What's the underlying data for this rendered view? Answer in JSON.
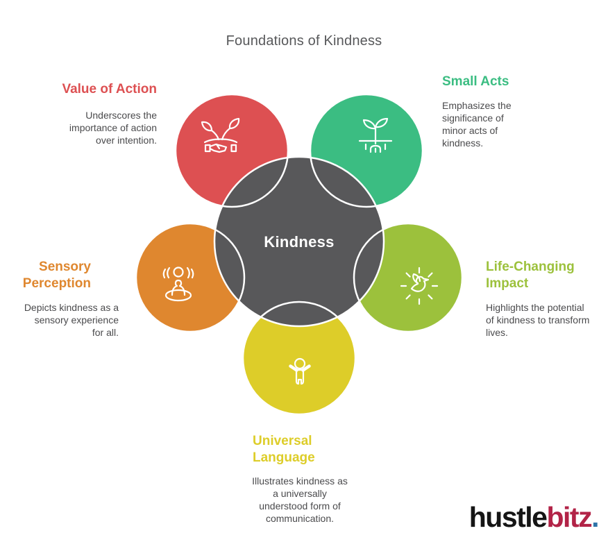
{
  "title": "Foundations of Kindness",
  "center": {
    "label": "Kindness",
    "color": "#58585a",
    "text_color": "#ffffff"
  },
  "nodes": [
    {
      "id": "value-of-action",
      "label": "Value of Action",
      "description": "Underscores the importance of action over intention.",
      "color": "#dd5052",
      "icon": "handshake-sprout-icon"
    },
    {
      "id": "small-acts",
      "label": "Small Acts",
      "description": "Emphasizes the significance of minor acts of kindness.",
      "color": "#3bbd82",
      "icon": "sapling-roots-icon"
    },
    {
      "id": "sensory-perception",
      "label": "Sensory Perception",
      "description": "Depicts kindness as a sensory experience for all.",
      "color": "#df872f",
      "icon": "person-senses-icon"
    },
    {
      "id": "life-changing-impact",
      "label": "Life-Changing Impact",
      "description": "Highlights the potential of kindness to transform lives.",
      "color": "#9cc13c",
      "icon": "shining-dove-icon"
    },
    {
      "id": "universal-language",
      "label": "Universal Language",
      "description": "Illustrates kindness as a universally understood form of communication.",
      "color": "#ddcd29",
      "icon": "open-arms-icon"
    }
  ],
  "outline_color": "#ffffff",
  "text_color": "#4a4a4c",
  "title_color": "#57585a",
  "background": "#ffffff",
  "logo": {
    "part1": "hustle",
    "part1_color": "#151515",
    "part2": "bitz",
    "part2_color": "#b22347",
    "part3": ".",
    "part3_color": "#2e74a8"
  }
}
